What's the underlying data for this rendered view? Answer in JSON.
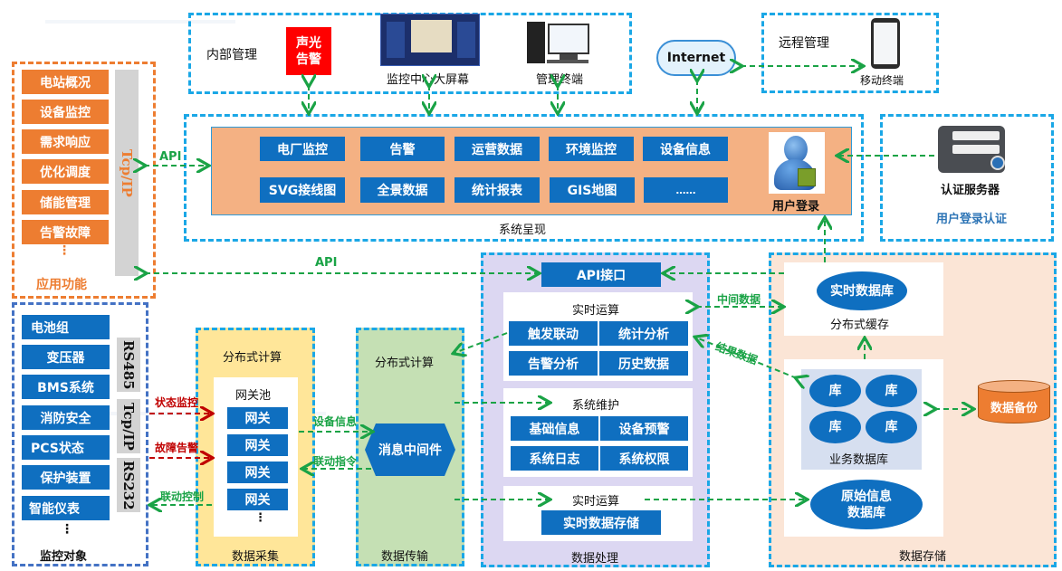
{
  "internal_mgmt": {
    "title": "内部管理",
    "alarm_box": "声光\n告警",
    "big_screen_label": "监控中心大屏幕",
    "terminal_label": "管理终端"
  },
  "internet": {
    "label": "Internet"
  },
  "remote_mgmt": {
    "title": "远程管理",
    "mobile_label": "移动终端"
  },
  "app_functions": {
    "items": [
      "电站概况",
      "设备监控",
      "需求响应",
      "优化调度",
      "储能管理",
      "告警故障"
    ],
    "ellipsis": "⋮",
    "protocol": "Tcp/IP",
    "title": "应用功能"
  },
  "api_labels": {
    "top": "API",
    "middle": "API"
  },
  "system_presentation": {
    "row1": [
      "电厂监控",
      "告警",
      "运营数据",
      "环境监控",
      "设备信息"
    ],
    "row2": [
      "SVG接线图",
      "全景数据",
      "统计报表",
      "GIS地图",
      "……"
    ],
    "user_login": "用户登录",
    "title": "系统呈现"
  },
  "auth": {
    "server_label": "认证服务器",
    "title": "用户登录认证"
  },
  "monitor_objects": {
    "items": [
      "电池组",
      "变压器",
      "BMS系统",
      "消防安全",
      "PCS状态",
      "保护装置",
      "智能仪表"
    ],
    "ellipsis": "⋮",
    "protocols": [
      "RS485",
      "Tcp/IP",
      "RS232"
    ],
    "title": "监控对象"
  },
  "arrows": {
    "status_monitor": "状态监控",
    "fault_alarm": "故障告警",
    "linkage_control": "联动控制",
    "device_info": "设备信息",
    "linkage_command": "联动指令",
    "intermediate_data": "中间数据",
    "result_data": "结果数据"
  },
  "data_collection": {
    "header": "分布式计算",
    "pool_title": "网关池",
    "gateways": [
      "网关",
      "网关",
      "网关",
      "网关"
    ],
    "ellipsis": "⋮",
    "title": "数据采集"
  },
  "data_transfer": {
    "header": "分布式计算",
    "middleware": "消息中间件",
    "title": "数据传输"
  },
  "data_processing": {
    "api_interface": "API接口",
    "realtime1": {
      "title": "实时运算",
      "items": [
        "触发联动",
        "统计分析",
        "告警分析",
        "历史数据"
      ]
    },
    "maintenance": {
      "title": "系统维护",
      "items": [
        "基础信息",
        "设备预警",
        "系统日志",
        "系统权限"
      ]
    },
    "realtime2": {
      "title": "实时运算",
      "items": [
        "实时数据存储"
      ]
    },
    "title": "数据处理"
  },
  "data_storage": {
    "realtime_db": "实时数据库",
    "cache_title": "分布式缓存",
    "db_items": [
      "库",
      "库",
      "库",
      "库"
    ],
    "business_db_title": "业务数据库",
    "raw_db": "原始信息\n数据库",
    "backup": "数据备份",
    "title": "数据存储"
  },
  "colors": {
    "blue_box": "#0f6fc0",
    "orange_box": "#ed7d31",
    "dash_blue": "#1aa7e6",
    "arrow_green": "#1aa346",
    "arrow_red": "#c00000",
    "alarm_red": "#ff0000"
  }
}
